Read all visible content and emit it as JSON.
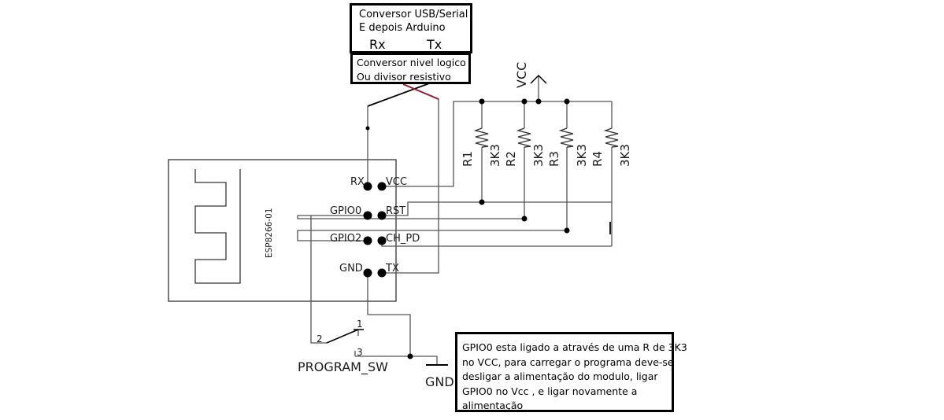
{
  "usb_box": {
    "line1": "Conversor USB/Serial",
    "line2": "E depois Arduino",
    "rx": "Rx",
    "tx": "Tx"
  },
  "converter_box": {
    "line1": "Conversor nivel logico",
    "line2": "Ou divisor resistivo"
  },
  "module": {
    "name": "ESP8266-01",
    "pins": {
      "rx": "RX",
      "vcc": "VCC",
      "gpio0": "GPIO0",
      "rst": "RST",
      "gpio2": "GPIO2",
      "ch_pd": "CH_PD",
      "gnd": "GND",
      "tx": "TX"
    }
  },
  "supply": {
    "label": "VCC"
  },
  "resistors": [
    {
      "ref": "R1",
      "value": "3K3"
    },
    {
      "ref": "R2",
      "value": "3K3"
    },
    {
      "ref": "R3",
      "value": "3K3"
    },
    {
      "ref": "R4",
      "value": "3K3"
    }
  ],
  "switch": {
    "name": "PROGRAM_SW",
    "pin1": "1",
    "pin2": "2",
    "pin3": "3"
  },
  "ground": {
    "label": "GND"
  },
  "note": {
    "line1": "GPIO0 esta ligado a através de uma R de 3K3",
    "line2": "no VCC, para carregar o programa deve-se",
    "line3": "desligar a alimentação do modulo, ligar",
    "line4": "GPIO0 no Vcc , e ligar novamente a",
    "line5": "alimentação"
  },
  "colors": {
    "wire": "#555555",
    "crossed_wire": "#8b1a2b",
    "line": "#000000"
  }
}
